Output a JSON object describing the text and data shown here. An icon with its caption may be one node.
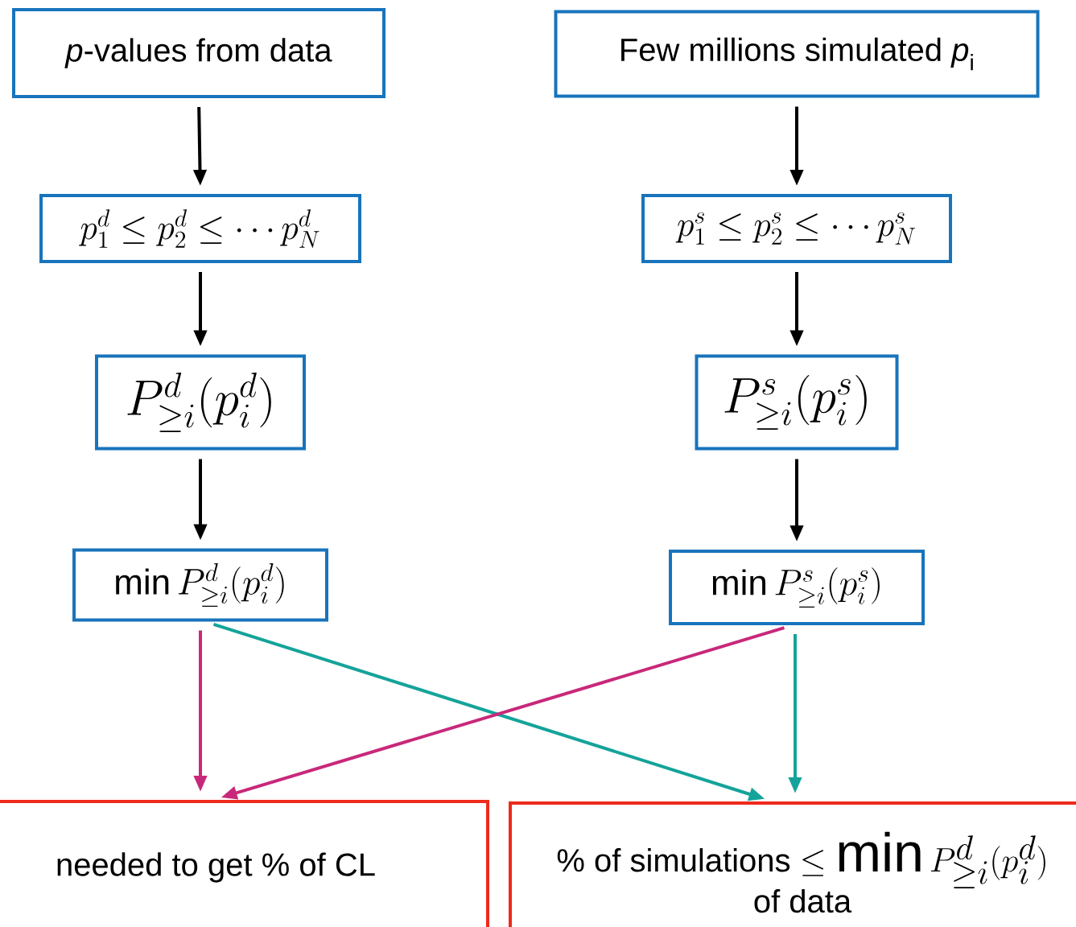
{
  "diagram": {
    "nodes": [
      {
        "text": [
          "*p*-values from data"
        ]
      },
      {
        "text": [
          "Few millions simulated *p*$_{i}$"
        ]
      },
      {
        "text": [
          "p^d_1 \\le p^d_2 \\le \\cdots p^d_N"
        ]
      },
      {
        "text": [
          "p^s_1 \\le p^s_2 \\le \\cdots p^s_N"
        ]
      },
      {
        "text": [
          "P^d_{\\ge i}(p^d_i)"
        ]
      },
      {
        "text": [
          "P^s_{\\ge i}(p^s_i)"
        ]
      },
      {
        "text": [
          "\\min P^d_{\\ge i}(p^d_i)"
        ]
      },
      {
        "text": [
          "\\min P^s_{\\ge i}(p^s_i)"
        ]
      },
      {
        "text": [
          "needed to get % of CL"
        ]
      },
      {
        "text": [
          "% of simulations",
          "\\le \\min P^d_{\\ge i}(p^d_i)",
          "of data"
        ]
      }
    ],
    "edges": [
      {
        "from": 0,
        "to": 2,
        "arrow": "to"
      },
      {
        "from": 2,
        "to": 4,
        "arrow": "to"
      },
      {
        "from": 4,
        "to": 6,
        "arrow": "to"
      },
      {
        "from": 1,
        "to": 3,
        "arrow": "to"
      },
      {
        "from": 3,
        "to": 5,
        "arrow": "to"
      },
      {
        "from": 5,
        "to": 7,
        "arrow": "to"
      },
      {
        "from": 6,
        "to": 8,
        "arrow": "to",
        "color": "#c8287a"
      },
      {
        "from": 6,
        "to": 9,
        "arrow": "to",
        "color": "#14a39a"
      },
      {
        "from": 7,
        "to": 8,
        "arrow": "to",
        "color": "#c8287a"
      },
      {
        "from": 7,
        "to": 9,
        "arrow": "to",
        "color": "#14a39a"
      }
    ]
  }
}
